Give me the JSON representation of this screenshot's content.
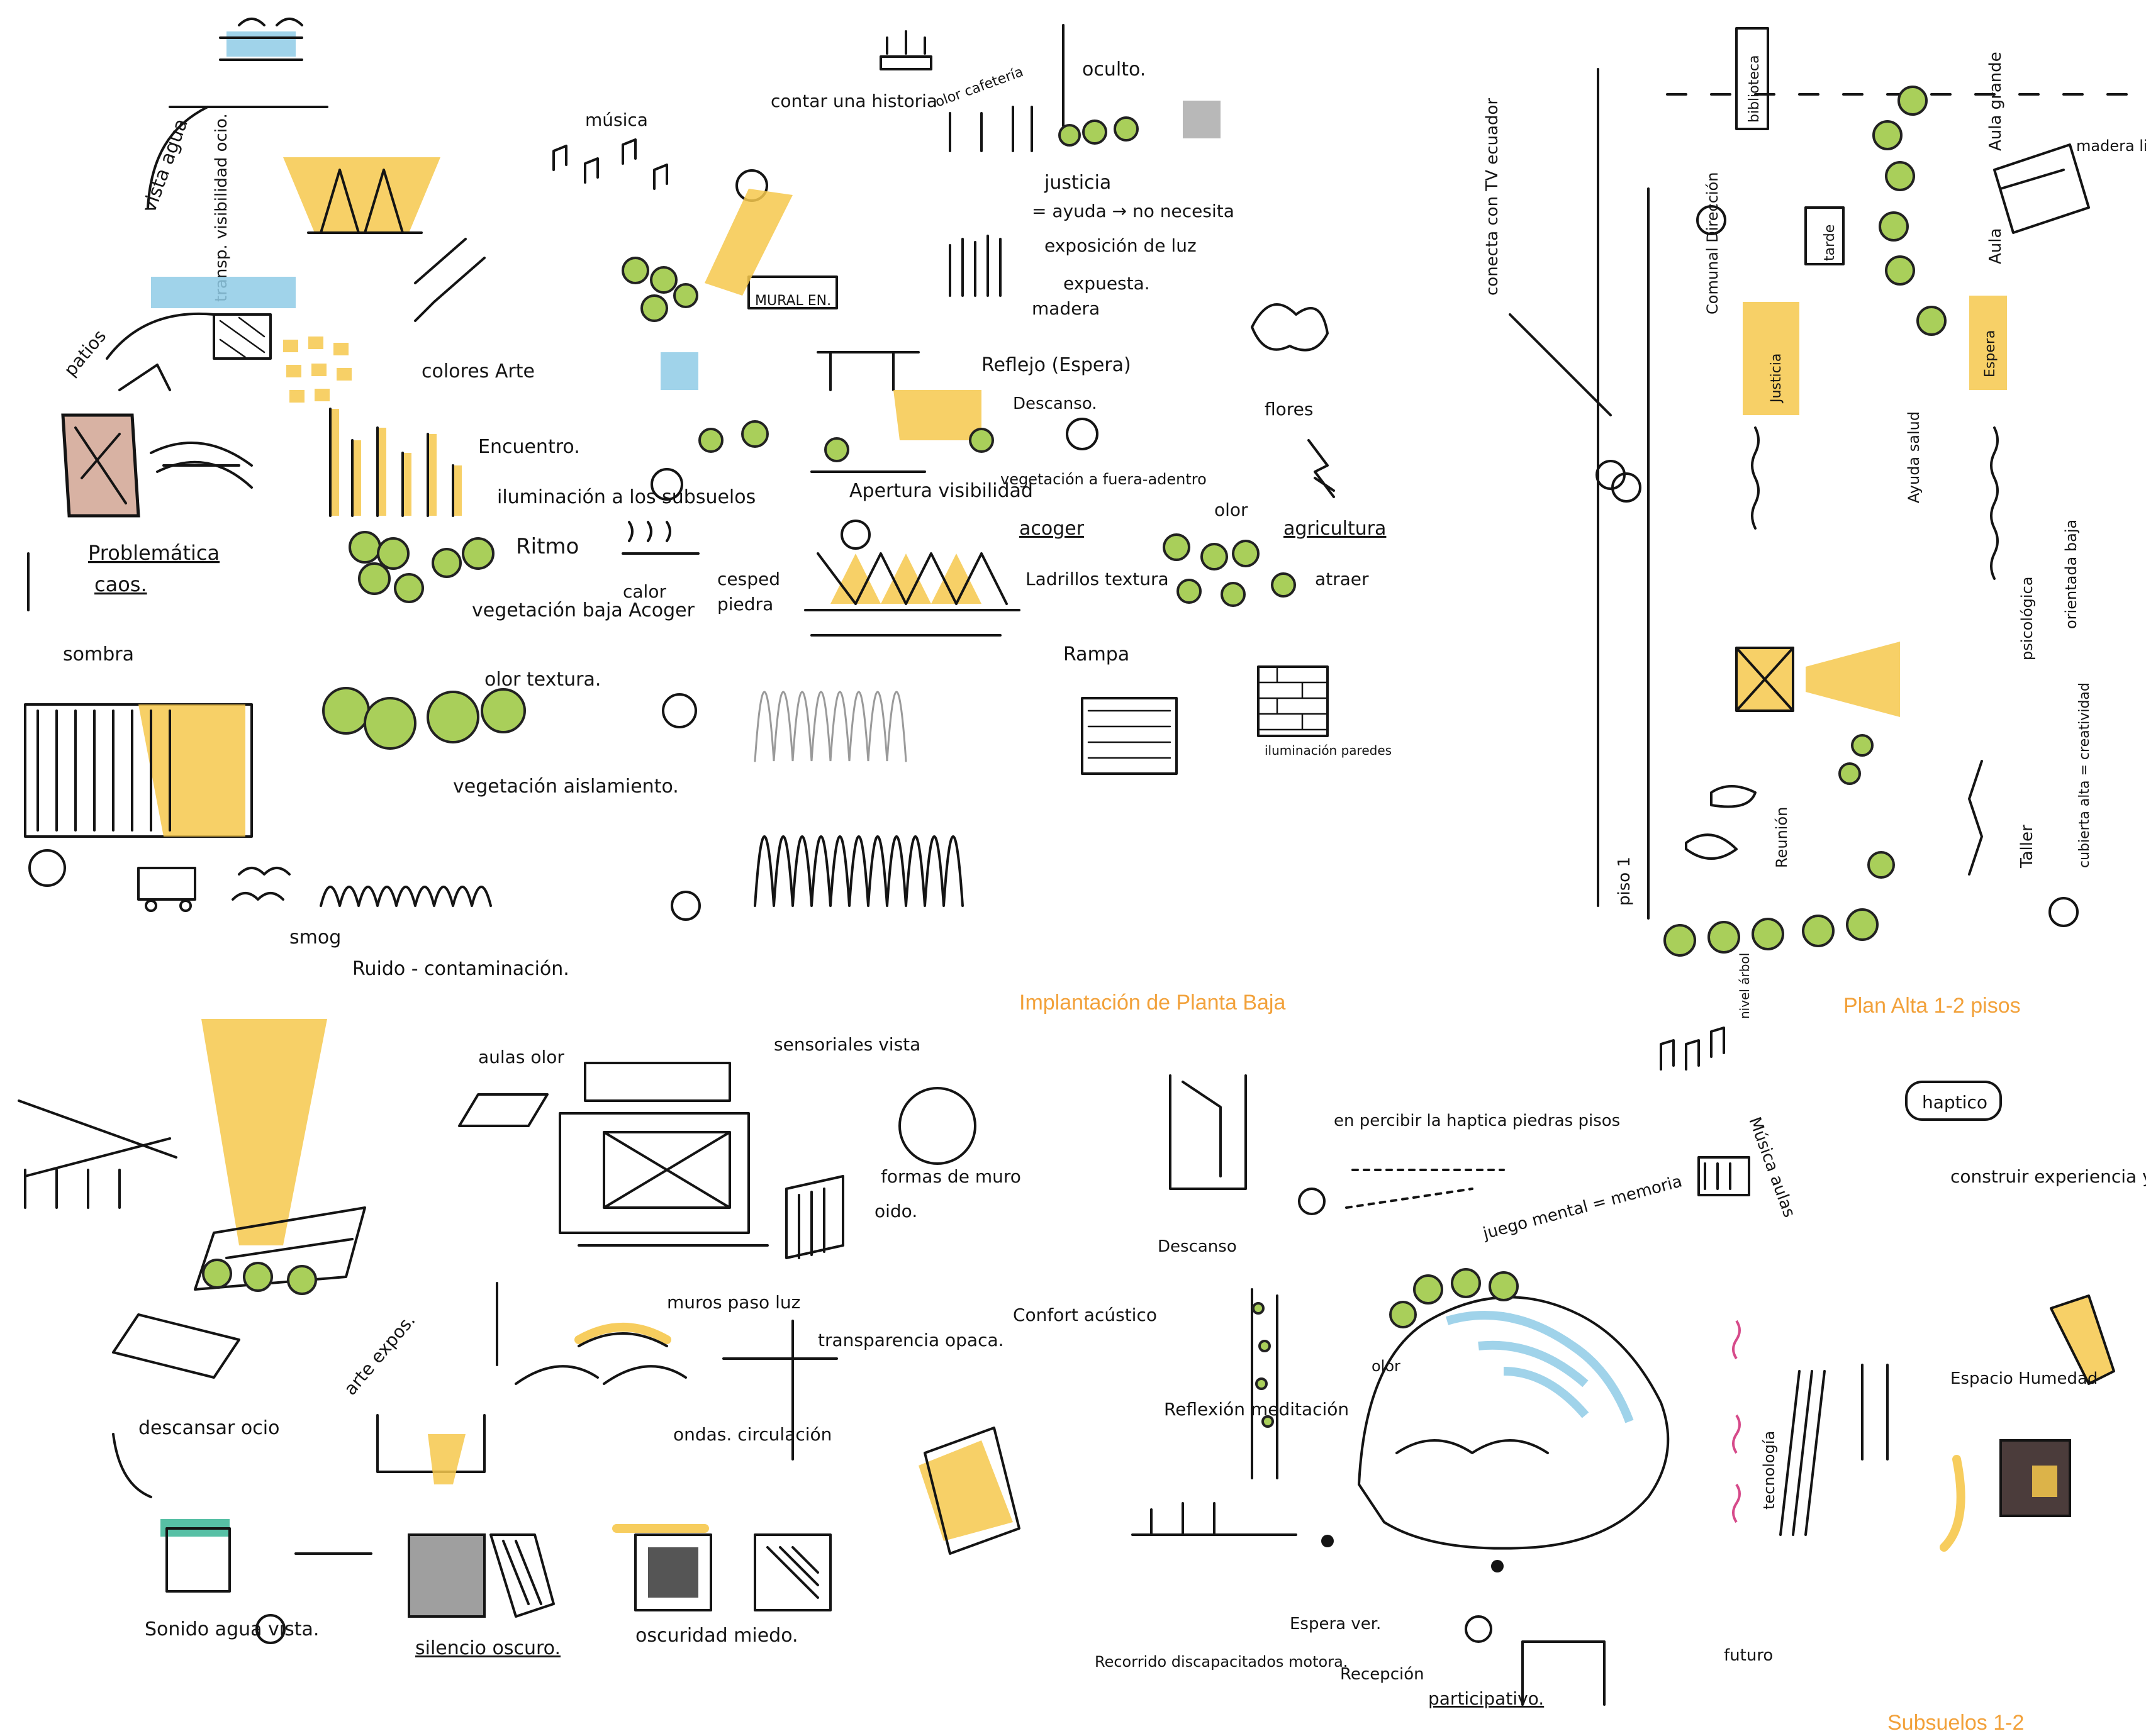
{
  "captions": {
    "ground_floor": "Implantación de Planta Baja",
    "upper_floor": "Plan Alta 1-2 pisos",
    "basement": "Subsuelos 1-2"
  },
  "labels": {
    "vista_agua": "vista agua",
    "transp_visibilidad": "transp. visibilidad ocio.",
    "patios": "patios",
    "colores_arte": "colores Arte",
    "problematica": "Problemática",
    "caos": "caos.",
    "sombra": "sombra",
    "encuentro": "Encuentro.",
    "iluminacion_subsuelos": "iluminación a los subsuelos",
    "ritmo": "Ritmo",
    "calor": "calor",
    "cesped": "cesped",
    "piedra": "piedra",
    "vegetacion_baja": "vegetación baja Acoger",
    "olor_textura": "olor textura.",
    "vegetacion_aislamiento": "vegetación aislamiento.",
    "smog": "smog",
    "ruido": "Ruido - contaminación.",
    "musica": "música",
    "contar_historia": "contar una historia",
    "olor_cafeteria": "olor cafetería",
    "oculto": "oculto.",
    "justicia": "justicia",
    "ayuda": "= ayuda → no necesita",
    "exposicion_luz": "exposición de luz",
    "expuesta": "expuesta.",
    "madera": "madera",
    "mural": "MURAL EN.",
    "reflejo": "Reflejo (Espera)",
    "descanso": "Descanso.",
    "apertura": "Apertura visibilidad",
    "vegetacion_fuera": "vegetación a fuera-adentro",
    "acoger": "acoger",
    "ladrillos": "Ladrillos textura",
    "rampa": "Rampa",
    "flores": "flores",
    "olor": "olor",
    "agricultura": "agricultura",
    "atraer": "atraer",
    "iluminacion_paredes": "iluminación paredes",
    "conecta": "conecta con TV ecuador",
    "biblioteca": "biblioteca",
    "aula_grande": "Aula grande",
    "aula": "Aula",
    "madera_ligera": "madera ligera",
    "comunal": "Comunal Dirección",
    "tarde": "tarde",
    "justicia_2": "Justicia",
    "espera": "Espera",
    "ayuda_salud": "Ayuda salud",
    "psicologica": "psicológica",
    "orientada_baja": "orientada baja",
    "reunion": "Reunión",
    "taller": "Taller",
    "cubierta": "cubierta alta = creatividad",
    "piso": "piso 1",
    "nivel_arbol": "nivel árbol",
    "aulas_olor": "aulas olor",
    "sensoriales": "sensoriales vista",
    "formas_muro": "formas de muro",
    "oido": "oido.",
    "arte_expos": "arte expos.",
    "descansar_ocio": "descansar ocio",
    "muros_luz": "muros paso luz",
    "transparencia": "transparencia opaca.",
    "ondas": "ondas. circulación",
    "sonido_agua": "Sonido agua vista.",
    "silencio": "silencio oscuro.",
    "oscuridad": "oscuridad miedo.",
    "percepcion": "en percibir la haptica piedras pisos",
    "juego_mental": "juego mental = memoria",
    "musica_aulas": "Música aulas",
    "haptico": "haptico",
    "construir": "construir experiencia y memoria",
    "confort": "Confort acústico",
    "descanso_2": "Descanso",
    "reflexion": "Reflexión meditación",
    "olor_2": "olor",
    "tecnologia": "tecnología",
    "futuro": "futuro",
    "espacio_humedad": "Espacio Humedad",
    "espera_ver": "Espera ver.",
    "recepcion": "Recepción",
    "participativo": "participativo.",
    "recorrido": "Recorrido discapacitados motora."
  },
  "colors": {
    "ink": "#141414",
    "highlight_yellow": "#f6c84c",
    "vegetation_green": "#a9cf5a",
    "water_blue": "#8fcbe6",
    "caption_orange": "#f2a13a"
  }
}
